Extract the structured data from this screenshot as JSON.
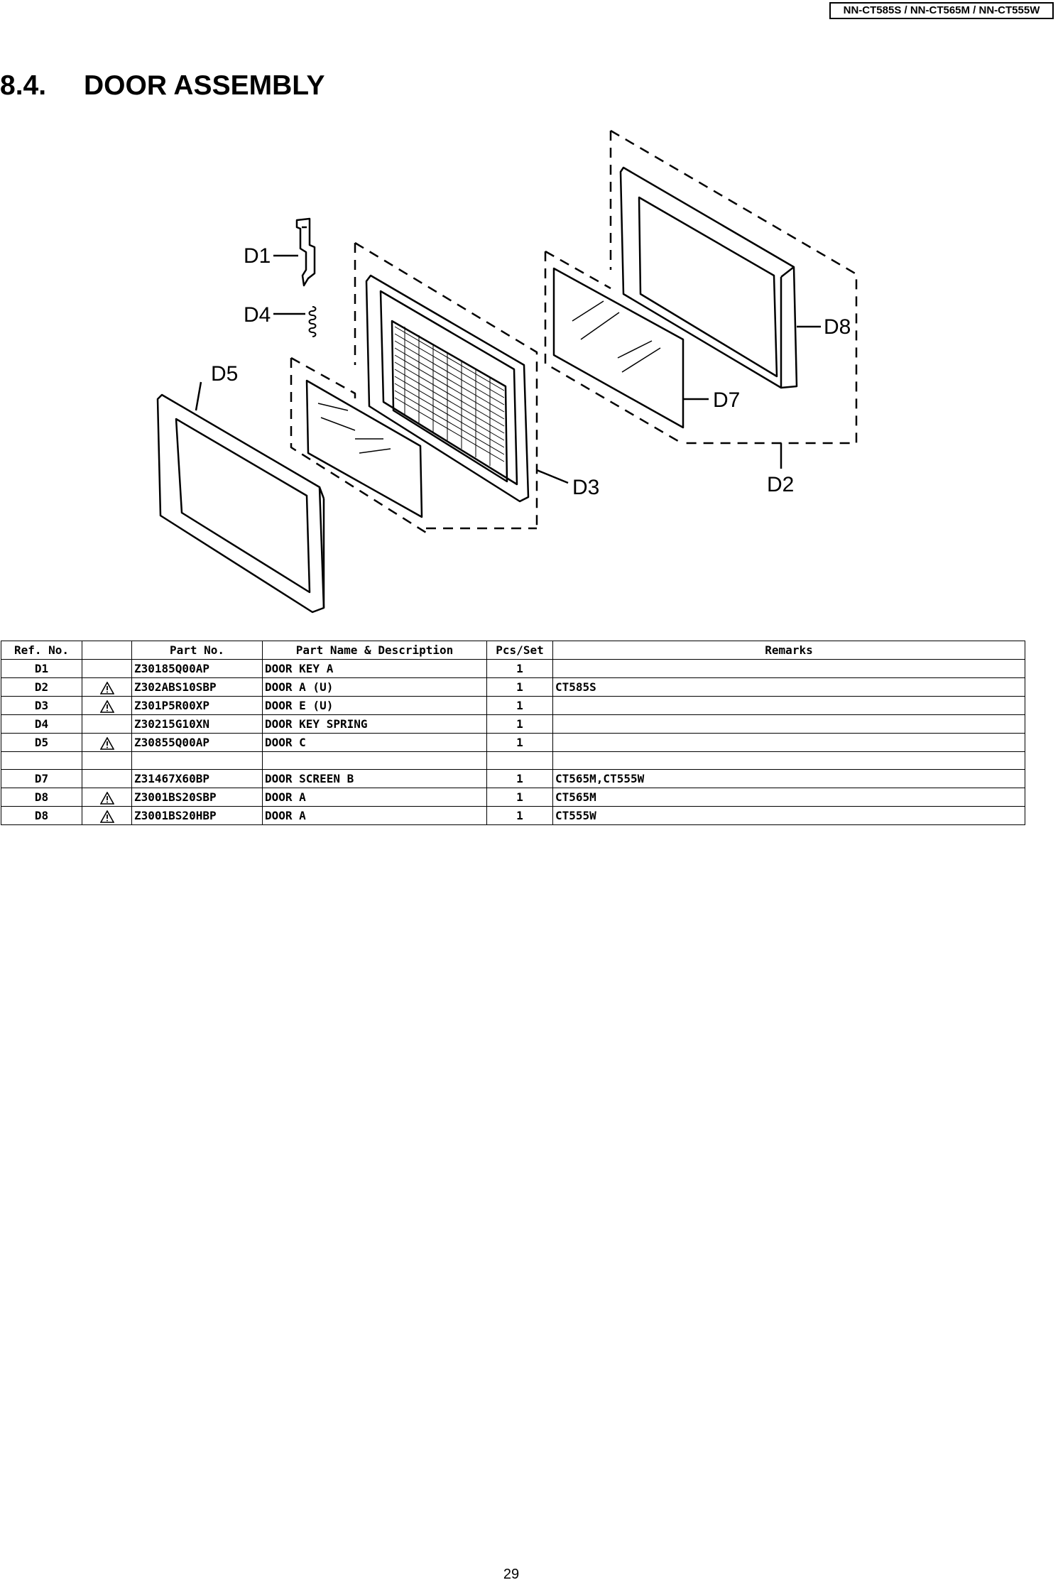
{
  "header": {
    "models": "NN-CT585S / NN-CT565M / NN-CT555W"
  },
  "section": {
    "number": "8.4.",
    "title": "DOOR ASSEMBLY"
  },
  "diagram": {
    "labels": {
      "d1": "D1",
      "d4": "D4",
      "d5": "D5",
      "d3": "D3",
      "d7": "D7",
      "d8": "D8",
      "d2": "D2"
    }
  },
  "table": {
    "headers": [
      "Ref. No.",
      "",
      "Part No.",
      "Part Name & Description",
      "Pcs/Set",
      "Remarks"
    ],
    "rows": [
      {
        "ref": "D1",
        "warning": false,
        "part_no": "Z30185Q00AP",
        "name": "DOOR KEY A",
        "pcs": "1",
        "remarks": ""
      },
      {
        "ref": "D2",
        "warning": true,
        "part_no": "Z302ABS10SBP",
        "name": "DOOR A (U)",
        "pcs": "1",
        "remarks": "CT585S"
      },
      {
        "ref": "D3",
        "warning": true,
        "part_no": "Z301P5R00XP",
        "name": "DOOR E (U)",
        "pcs": "1",
        "remarks": ""
      },
      {
        "ref": "D4",
        "warning": false,
        "part_no": "Z30215G10XN",
        "name": "DOOR KEY SPRING",
        "pcs": "1",
        "remarks": ""
      },
      {
        "ref": "D5",
        "warning": true,
        "part_no": "Z30855Q00AP",
        "name": "DOOR C",
        "pcs": "1",
        "remarks": ""
      },
      {
        "ref": "",
        "warning": false,
        "part_no": "",
        "name": "",
        "pcs": "",
        "remarks": ""
      },
      {
        "ref": "D7",
        "warning": false,
        "part_no": "Z31467X60BP",
        "name": "DOOR SCREEN B",
        "pcs": "1",
        "remarks": "CT565M,CT555W"
      },
      {
        "ref": "D8",
        "warning": true,
        "part_no": "Z3001BS20SBP",
        "name": "DOOR A",
        "pcs": "1",
        "remarks": "CT565M"
      },
      {
        "ref": "D8",
        "warning": true,
        "part_no": "Z3001BS20HBP",
        "name": "DOOR A",
        "pcs": "1",
        "remarks": "CT555W"
      }
    ]
  },
  "footer": {
    "page": "29"
  }
}
